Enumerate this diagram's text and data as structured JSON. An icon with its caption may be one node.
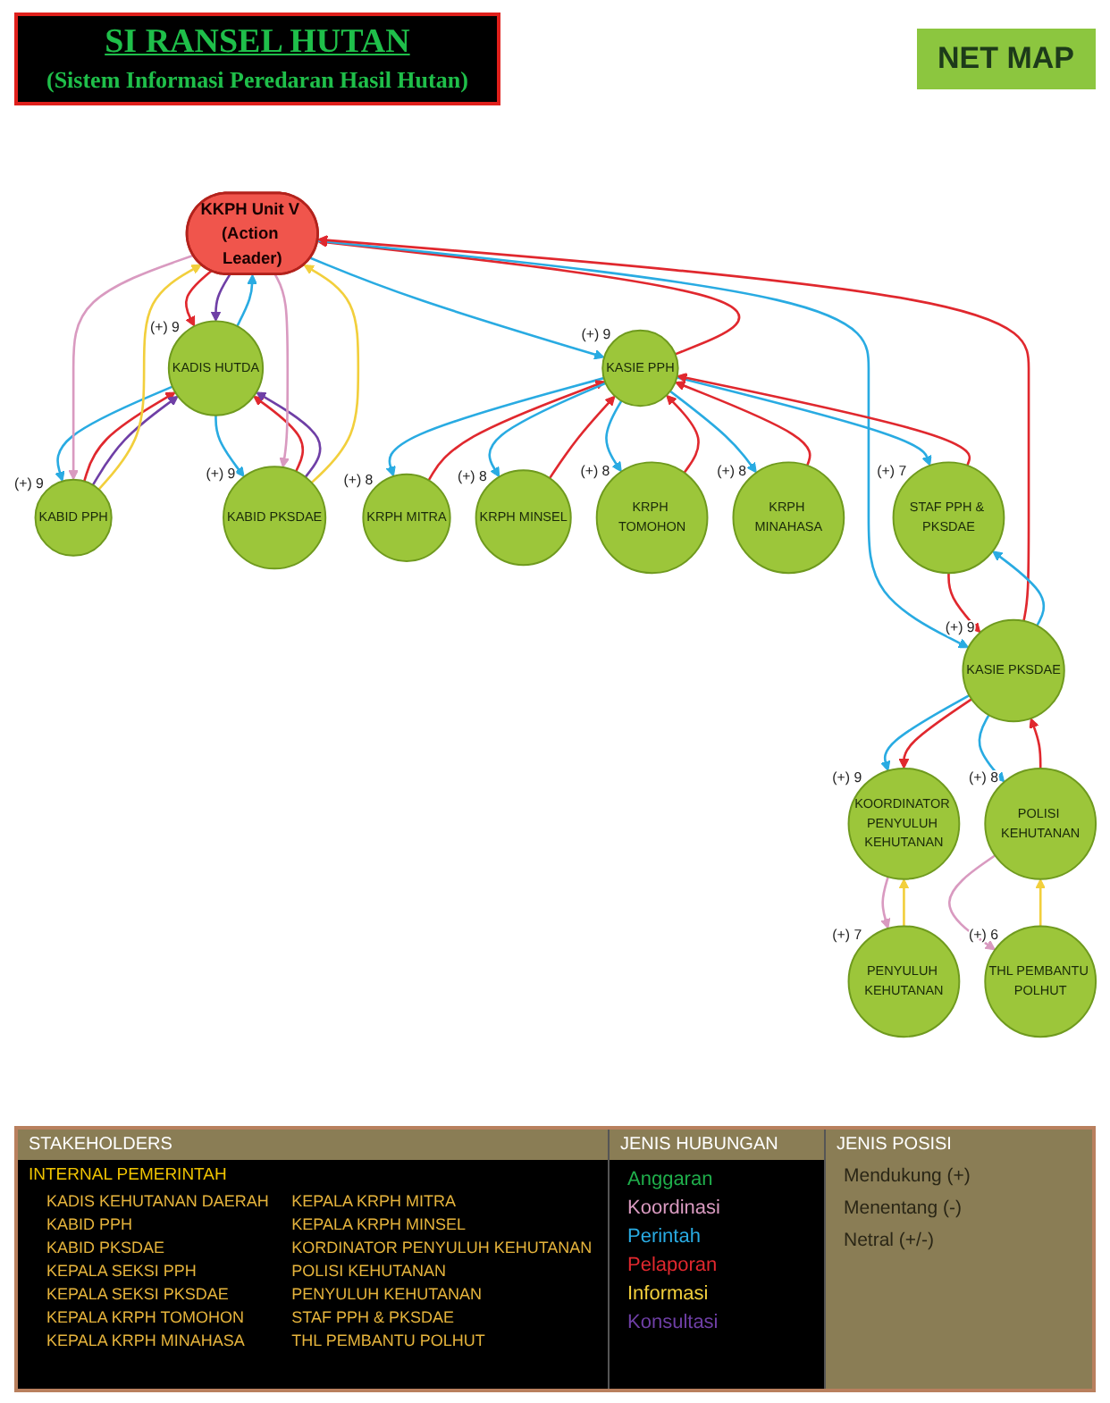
{
  "diagram": {
    "title": "SI RANSEL HUTAN",
    "nodes": [
      {
        "text": [
          "KKPH Unit V (Action Leader)"
        ]
      },
      {
        "text": [
          "KADIS HUTDA"
        ],
        "beside": [
          "(+)",
          "9"
        ]
      },
      {
        "text": [
          "KABID PPH"
        ],
        "beside": [
          "(+)",
          "9"
        ]
      },
      {
        "text": [
          "KABID PKSDAE"
        ],
        "beside": [
          "(+)",
          "9"
        ]
      },
      {
        "text": [
          "KASIE PPH"
        ],
        "beside": [
          "(+)",
          "9"
        ]
      },
      {
        "text": [
          "KASIE PKSDAE"
        ],
        "beside": [
          "(+)",
          "9"
        ]
      },
      {
        "text": [
          "KRPH MITRA"
        ],
        "beside": [
          "(+)",
          "8"
        ]
      },
      {
        "text": [
          "KRPH MINSEL"
        ],
        "beside": [
          "(+)",
          "8"
        ]
      },
      {
        "text": [
          "KRPH TOMOHON"
        ],
        "beside": [
          "(+)",
          "8"
        ]
      },
      {
        "text": [
          "KRPH MINAHASA"
        ],
        "beside": [
          "(+)",
          "8"
        ]
      },
      {
        "text": [
          "STAF PPH & PKSDAE"
        ],
        "beside": [
          "(+)",
          "7"
        ]
      },
      {
        "text": [
          "KOORDINATOR PENYULUH KEHUTANAN"
        ],
        "beside": [
          "(+)",
          "9"
        ]
      },
      {
        "text": [
          "POLISI KEHUTANAN"
        ],
        "beside": [
          "(+)",
          "8"
        ]
      },
      {
        "text": [
          "PENYULUH KEHUTANAN"
        ],
        "beside": [
          "(+)",
          "7"
        ]
      },
      {
        "text": [
          "THL PEMBANTU POLHUT"
        ],
        "beside": [
          "(+)",
          "6"
        ]
      }
    ],
    "edges": [
      {
        "from": 1,
        "to": 2,
        "arrow": "to",
        "color": "#29abe2"
      },
      {
        "from": 2,
        "to": 1,
        "arrow": "to",
        "color": "#e0282e"
      },
      {
        "from": 2,
        "to": 1,
        "arrow": "to",
        "color": "#6f3fa6"
      },
      {
        "from": 1,
        "to": 0,
        "arrow": "to",
        "color": "#29abe2"
      },
      {
        "from": 0,
        "to": 1,
        "arrow": "to",
        "color": "#e0282e"
      },
      {
        "from": 0,
        "to": 1,
        "arrow": "to",
        "color": "#6f3fa6"
      },
      {
        "from": 1,
        "to": 3,
        "arrow": "to",
        "color": "#29abe2"
      },
      {
        "from": 3,
        "to": 1,
        "arrow": "to",
        "color": "#e0282e"
      },
      {
        "from": 3,
        "to": 1,
        "arrow": "to",
        "color": "#6f3fa6"
      },
      {
        "from": 2,
        "to": 0,
        "arrow": "to",
        "color": "#f2cf3c"
      },
      {
        "from": 0,
        "to": 2,
        "arrow": "to",
        "color": "#d99ac0"
      },
      {
        "from": 3,
        "to": 0,
        "arrow": "to",
        "color": "#f2cf3c"
      },
      {
        "from": 0,
        "to": 3,
        "arrow": "to",
        "color": "#d99ac0"
      },
      {
        "from": 0,
        "to": 4,
        "arrow": "to",
        "color": "#29abe2"
      },
      {
        "from": 4,
        "to": 0,
        "arrow": "to",
        "color": "#e0282e"
      },
      {
        "from": 0,
        "to": 5,
        "arrow": "to",
        "color": "#29abe2"
      },
      {
        "from": 5,
        "to": 0,
        "arrow": "to",
        "color": "#e0282e"
      },
      {
        "from": 4,
        "to": 6,
        "arrow": "to",
        "color": "#29abe2"
      },
      {
        "from": 6,
        "to": 4,
        "arrow": "to",
        "color": "#e0282e"
      },
      {
        "from": 4,
        "to": 7,
        "arrow": "to",
        "color": "#29abe2"
      },
      {
        "from": 7,
        "to": 4,
        "arrow": "to",
        "color": "#e0282e"
      },
      {
        "from": 4,
        "to": 8,
        "arrow": "to",
        "color": "#29abe2"
      },
      {
        "from": 8,
        "to": 4,
        "arrow": "to",
        "color": "#e0282e"
      },
      {
        "from": 4,
        "to": 9,
        "arrow": "to",
        "color": "#29abe2"
      },
      {
        "from": 9,
        "to": 4,
        "arrow": "to",
        "color": "#e0282e"
      },
      {
        "from": 4,
        "to": 10,
        "arrow": "to",
        "color": "#29abe2"
      },
      {
        "from": 10,
        "to": 4,
        "arrow": "to",
        "color": "#e0282e"
      },
      {
        "from": 5,
        "to": 10,
        "arrow": "to",
        "color": "#29abe2"
      },
      {
        "from": 10,
        "to": 5,
        "arrow": "to",
        "color": "#e0282e"
      },
      {
        "from": 5,
        "to": 11,
        "arrow": "to",
        "color": "#29abe2"
      },
      {
        "from": 5,
        "to": 11,
        "arrow": "to",
        "color": "#e0282e"
      },
      {
        "from": 5,
        "to": 12,
        "arrow": "to",
        "color": "#29abe2"
      },
      {
        "from": 12,
        "to": 5,
        "arrow": "to",
        "color": "#e0282e"
      },
      {
        "from": 13,
        "to": 11,
        "arrow": "to",
        "color": "#f2cf3c"
      },
      {
        "from": 11,
        "to": 13,
        "arrow": "to",
        "color": "#d99ac0"
      },
      {
        "from": 14,
        "to": 12,
        "arrow": "to",
        "color": "#f2cf3c"
      },
      {
        "from": 12,
        "to": 14,
        "arrow": "to",
        "color": "#d99ac0"
      }
    ],
    "labels": [
      "(Sistem Informasi Peredaran Hasil Hutan)",
      "NET MAP",
      "STAKEHOLDERS",
      "INTERNAL PEMERINTAH",
      "KADIS KEHUTANAN DAERAH",
      "KABID PPH",
      "KABID PKSDAE",
      "KEPALA SEKSI PPH",
      "KEPALA SEKSI PKSDAE",
      "KEPALA KRPH TOMOHON",
      "KEPALA KRPH MINAHASA",
      "KEPALA KRPH MITRA",
      "KEPALA KRPH MINSEL",
      "KORDINATOR PENYULUH KEHUTANAN",
      "POLISI KEHUTANAN",
      "PENYULUH KEHUTANAN",
      "STAF PPH & PKSDAE",
      "THL PEMBANTU POLHUT",
      "JENIS HUBUNGAN",
      "JENIS POSISI",
      "Mendukung (+)",
      "Menentang (-)",
      "Netral (+/-)"
    ],
    "legend": [
      {
        "text": "Anggaran",
        "color": "#1fae4b"
      },
      {
        "text": "Koordinasi",
        "color": "#d99ac0"
      },
      {
        "text": "Perintah",
        "color": "#29abe2"
      },
      {
        "text": "Pelaporan",
        "color": "#e0282e"
      },
      {
        "text": "Informasi",
        "color": "#f2cf3c"
      },
      {
        "text": "Konsultasi",
        "color": "#6f3fa6"
      }
    ]
  }
}
